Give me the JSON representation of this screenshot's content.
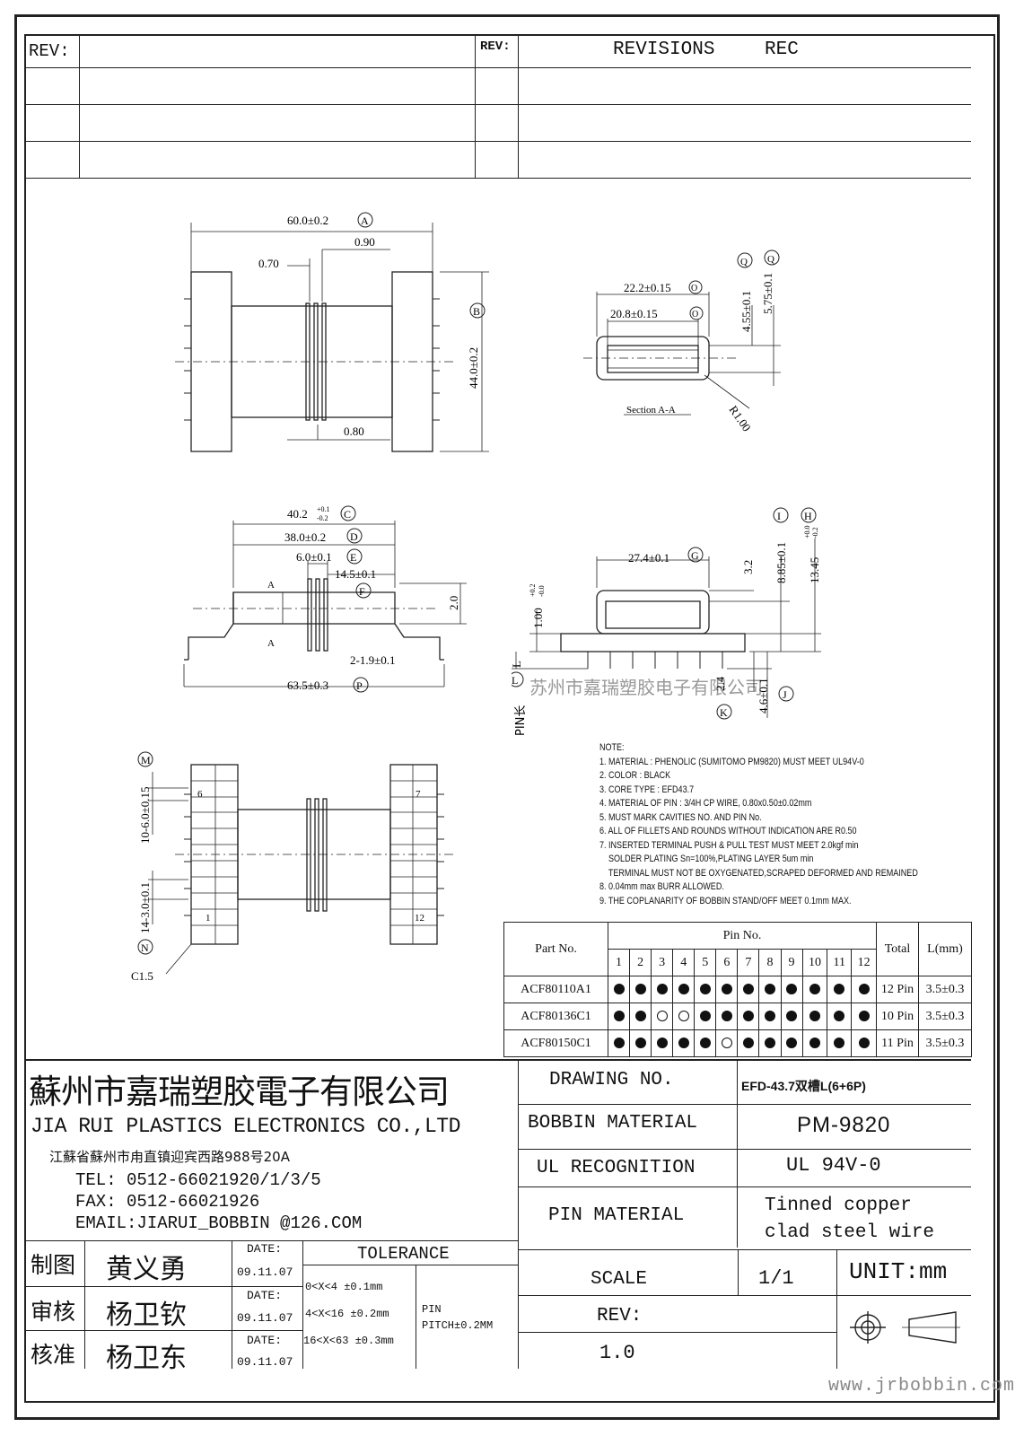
{
  "revisions": {
    "rev_label_left": "REV:",
    "rev_label_right": "REV:",
    "revisions_label": "REVISIONS",
    "rec_label": "REC"
  },
  "dims": {
    "top": {
      "a": "60.0±0.2",
      "b": "44.0±0.2",
      "w090": "0.90",
      "w070": "0.70",
      "w080": "0.80"
    },
    "section": {
      "o1": "22.2±0.15",
      "o2": "20.8±0.15",
      "q1": "4.55±0.1",
      "q2": "5.75±0.1",
      "r": "R1.00",
      "title": "Section A-A"
    },
    "side": {
      "c": "40.2",
      "c_tol_up": "+0.1",
      "c_tol_dn": "-0.2",
      "d": "38.0±0.2",
      "e": "6.0±0.1",
      "f": "14.5±0.1",
      "g": "2-1.9±0.1",
      "p": "63.5±0.3",
      "h20": "2.0",
      "a": "A"
    },
    "front": {
      "g": "27.4±0.1",
      "i": "8.85±0.1",
      "h": "13.45",
      "h_tol_up": "+0.0",
      "h_tol_dn": "-0.2",
      "d32": "3.2",
      "d100": "1.00",
      "d100_up": "+0.2",
      "d100_dn": "-0.0",
      "k": "2.4",
      "j": "4.6±0.1",
      "l": "L",
      "pinlen": "PIN长"
    },
    "bottom": {
      "m": "10-6.0±0.15",
      "n": "14-3.0±0.1",
      "c15": "C1.5",
      "p6": "6",
      "p7": "7",
      "p1": "1",
      "p12": "12"
    },
    "letters": [
      "A",
      "B",
      "C",
      "D",
      "E",
      "F",
      "G",
      "H",
      "I",
      "J",
      "K",
      "M",
      "N",
      "O",
      "O",
      "P",
      "Q",
      "Q"
    ]
  },
  "watermark_text": "苏州市嘉瑞塑胶电子有限公司",
  "notes": {
    "title": "NOTE:",
    "lines": [
      "1. MATERIAL : PHENOLIC (SUMITOMO PM9820) MUST MEET UL94V-0",
      "2. COLOR : BLACK",
      "3. CORE TYPE : EFD43.7",
      "4. MATERIAL OF PIN : 3/4H CP WIRE, 0.80x0.50±0.02mm",
      "5. MUST MARK CAVITIES NO. AND PIN No.",
      "6. ALL OF FILLETS AND ROUNDS WITHOUT INDICATION ARE R0.50",
      "7. INSERTED TERMINAL PUSH & PULL TEST MUST MEET 2.0kgf min",
      "    SOLDER PLATING Sn=100%,PLATING LAYER 5um min",
      "    TERMINAL MUST NOT BE OXYGENATED,SCRAPED DEFORMED AND REMAINED",
      "8. 0.04mm max BURR ALLOWED.",
      "9. THE COPLANARITY OF BOBBIN STAND/OFF MEET 0.1mm MAX."
    ]
  },
  "pin_table": {
    "part_no_header": "Part No.",
    "pin_no_header": "Pin No.",
    "total_header": "Total",
    "l_header": "L(mm)",
    "pins": [
      "1",
      "2",
      "3",
      "4",
      "5",
      "6",
      "7",
      "8",
      "9",
      "10",
      "11",
      "12"
    ],
    "rows": [
      {
        "part": "ACF80110A1",
        "pins": [
          1,
          1,
          1,
          1,
          1,
          1,
          1,
          1,
          1,
          1,
          1,
          1
        ],
        "total": "12 Pin",
        "l": "3.5±0.3"
      },
      {
        "part": "ACF80136C1",
        "pins": [
          1,
          1,
          0,
          0,
          1,
          1,
          1,
          1,
          1,
          1,
          1,
          1
        ],
        "total": "10 Pin",
        "l": "3.5±0.3"
      },
      {
        "part": "ACF80150C1",
        "pins": [
          1,
          1,
          1,
          1,
          1,
          0,
          1,
          1,
          1,
          1,
          1,
          1
        ],
        "total": "11 Pin",
        "l": "3.5±0.3"
      }
    ]
  },
  "company": {
    "name_cn": "蘇州市嘉瑞塑胶電子有限公司",
    "name_en": "JIA RUI PLASTICS ELECTRONICS CO.,LTD",
    "address": "江蘇省蘇州市甪直镇迎宾西路988号20A",
    "tel": "TEL: 0512-66021920/1/3/5",
    "fax": "FAX: 0512-66021926",
    "email": "EMAIL:JIARUI_BOBBIN @126.COM"
  },
  "title_block": {
    "drawing_no_label": "DRAWING  NO.",
    "drawing_no": "EFD-43.7双槽L(6+6P)",
    "bobbin_material_label": "BOBBIN  MATERIAL",
    "bobbin_material": "PM-9820",
    "ul_label": "UL RECOGNITION",
    "ul_value": "UL 94V-0",
    "pin_material_label": "PIN MATERIAL",
    "pin_material_1": "Tinned copper",
    "pin_material_2": "clad steel wire",
    "scale_label": "SCALE",
    "scale_value": "1/1",
    "unit": "UNIT:mm",
    "rev_label": "REV:",
    "rev_value": "1.0",
    "website": "www.jrbobbin.com"
  },
  "signoff": [
    {
      "role": "制图",
      "name": "黄义勇",
      "date_label": "DATE:",
      "date": "09.11.07"
    },
    {
      "role": "审核",
      "name": "杨卫钦",
      "date_label": "DATE:",
      "date": "09.11.07"
    },
    {
      "role": "核准",
      "name": "杨卫东",
      "date_label": "DATE:",
      "date": "09.11.07"
    }
  ],
  "tolerance": {
    "title": "TOLERANCE",
    "rows": [
      "0<X<4  ±0.1mm",
      "4<X<16 ±0.2mm",
      "16<X<63 ±0.3mm"
    ],
    "pin_label": "PIN",
    "pin_pitch": "PITCH±0.2MM"
  }
}
